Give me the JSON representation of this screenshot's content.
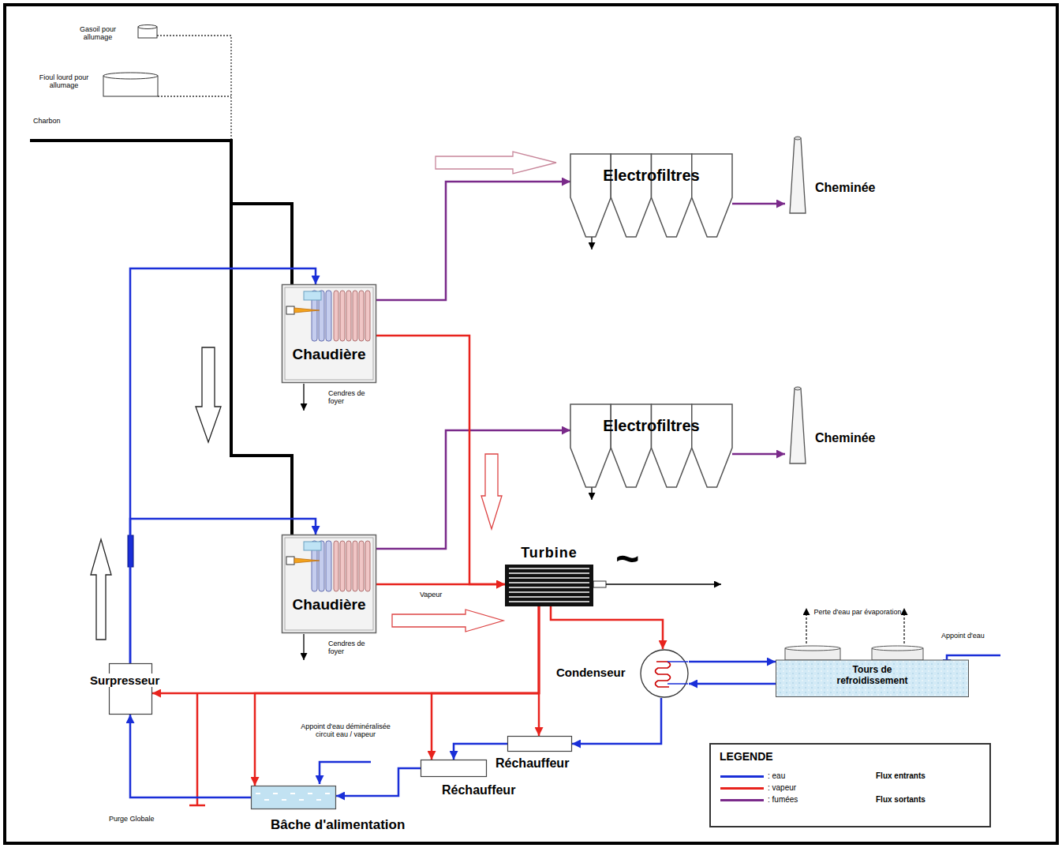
{
  "diagram": {
    "nodes": [
      {
        "text": [
          "Chaudière"
        ]
      },
      {
        "text": [
          "Chaudière"
        ]
      },
      {
        "text": [
          "Electrofiltres"
        ]
      },
      {
        "text": [
          "Cheminée"
        ]
      },
      {
        "text": [
          "Electrofiltres"
        ]
      },
      {
        "text": [
          "Cheminée"
        ]
      },
      {
        "text": [
          "Turbine"
        ]
      },
      {
        "text": [
          "Condenseur"
        ]
      },
      {
        "text": [
          "Tours de refroidissement"
        ]
      },
      {
        "text": [
          "Réchauffeur"
        ]
      },
      {
        "text": [
          "Réchauffeur"
        ]
      },
      {
        "text": [
          "Bâche d'alimentation"
        ]
      },
      {
        "text": [
          "Surpresseur"
        ]
      }
    ],
    "edges": [
      {
        "from": 0,
        "to": 2,
        "arrow": "to"
      },
      {
        "from": 2,
        "to": 3,
        "arrow": "to"
      },
      {
        "from": 1,
        "to": 4,
        "arrow": "to"
      },
      {
        "from": 4,
        "to": 5,
        "arrow": "to"
      },
      {
        "from": 0,
        "to": 6,
        "arrow": "to"
      },
      {
        "from": 1,
        "to": 6,
        "arrow": "to"
      },
      {
        "from": 6,
        "to": 7,
        "arrow": "to"
      },
      {
        "from": 7,
        "to": 8,
        "arrow": "to"
      },
      {
        "from": 8,
        "to": 7,
        "arrow": "to"
      },
      {
        "from": 7,
        "to": 9,
        "arrow": "to"
      },
      {
        "from": 6,
        "to": 9,
        "arrow": "to"
      },
      {
        "from": 9,
        "to": 10,
        "arrow": "to"
      },
      {
        "from": 10,
        "to": 11,
        "arrow": "to"
      },
      {
        "from": 6,
        "to": 12,
        "arrow": "to"
      },
      {
        "from": 6,
        "to": 10,
        "arrow": "to"
      },
      {
        "from": 6,
        "to": 11,
        "arrow": "to"
      },
      {
        "from": 11,
        "to": 12,
        "arrow": "to"
      },
      {
        "from": 12,
        "to": 0,
        "arrow": "to"
      },
      {
        "from": 12,
        "to": 1,
        "arrow": "to"
      }
    ],
    "labels": [
      "Gasoil pour allumage",
      "Fioul lourd pour allumage",
      "Charbon",
      "Cendres de foyer",
      "Cendres de foyer",
      "Vapeur",
      "~",
      "Perte d'eau par évaporation",
      "Appoint d'eau",
      "Appoint d'eau déminéralisée circuit eau / vapeur",
      "Purge Globale",
      "LEGENDE",
      "Flux entrants",
      "Flux sortants"
    ],
    "legend": [
      {
        "text": ": eau",
        "color": "#1a2fd8"
      },
      {
        "text": ": vapeur",
        "color": "#e8231d"
      },
      {
        "text": ": fumées",
        "color": "#7a2a8a"
      }
    ]
  }
}
